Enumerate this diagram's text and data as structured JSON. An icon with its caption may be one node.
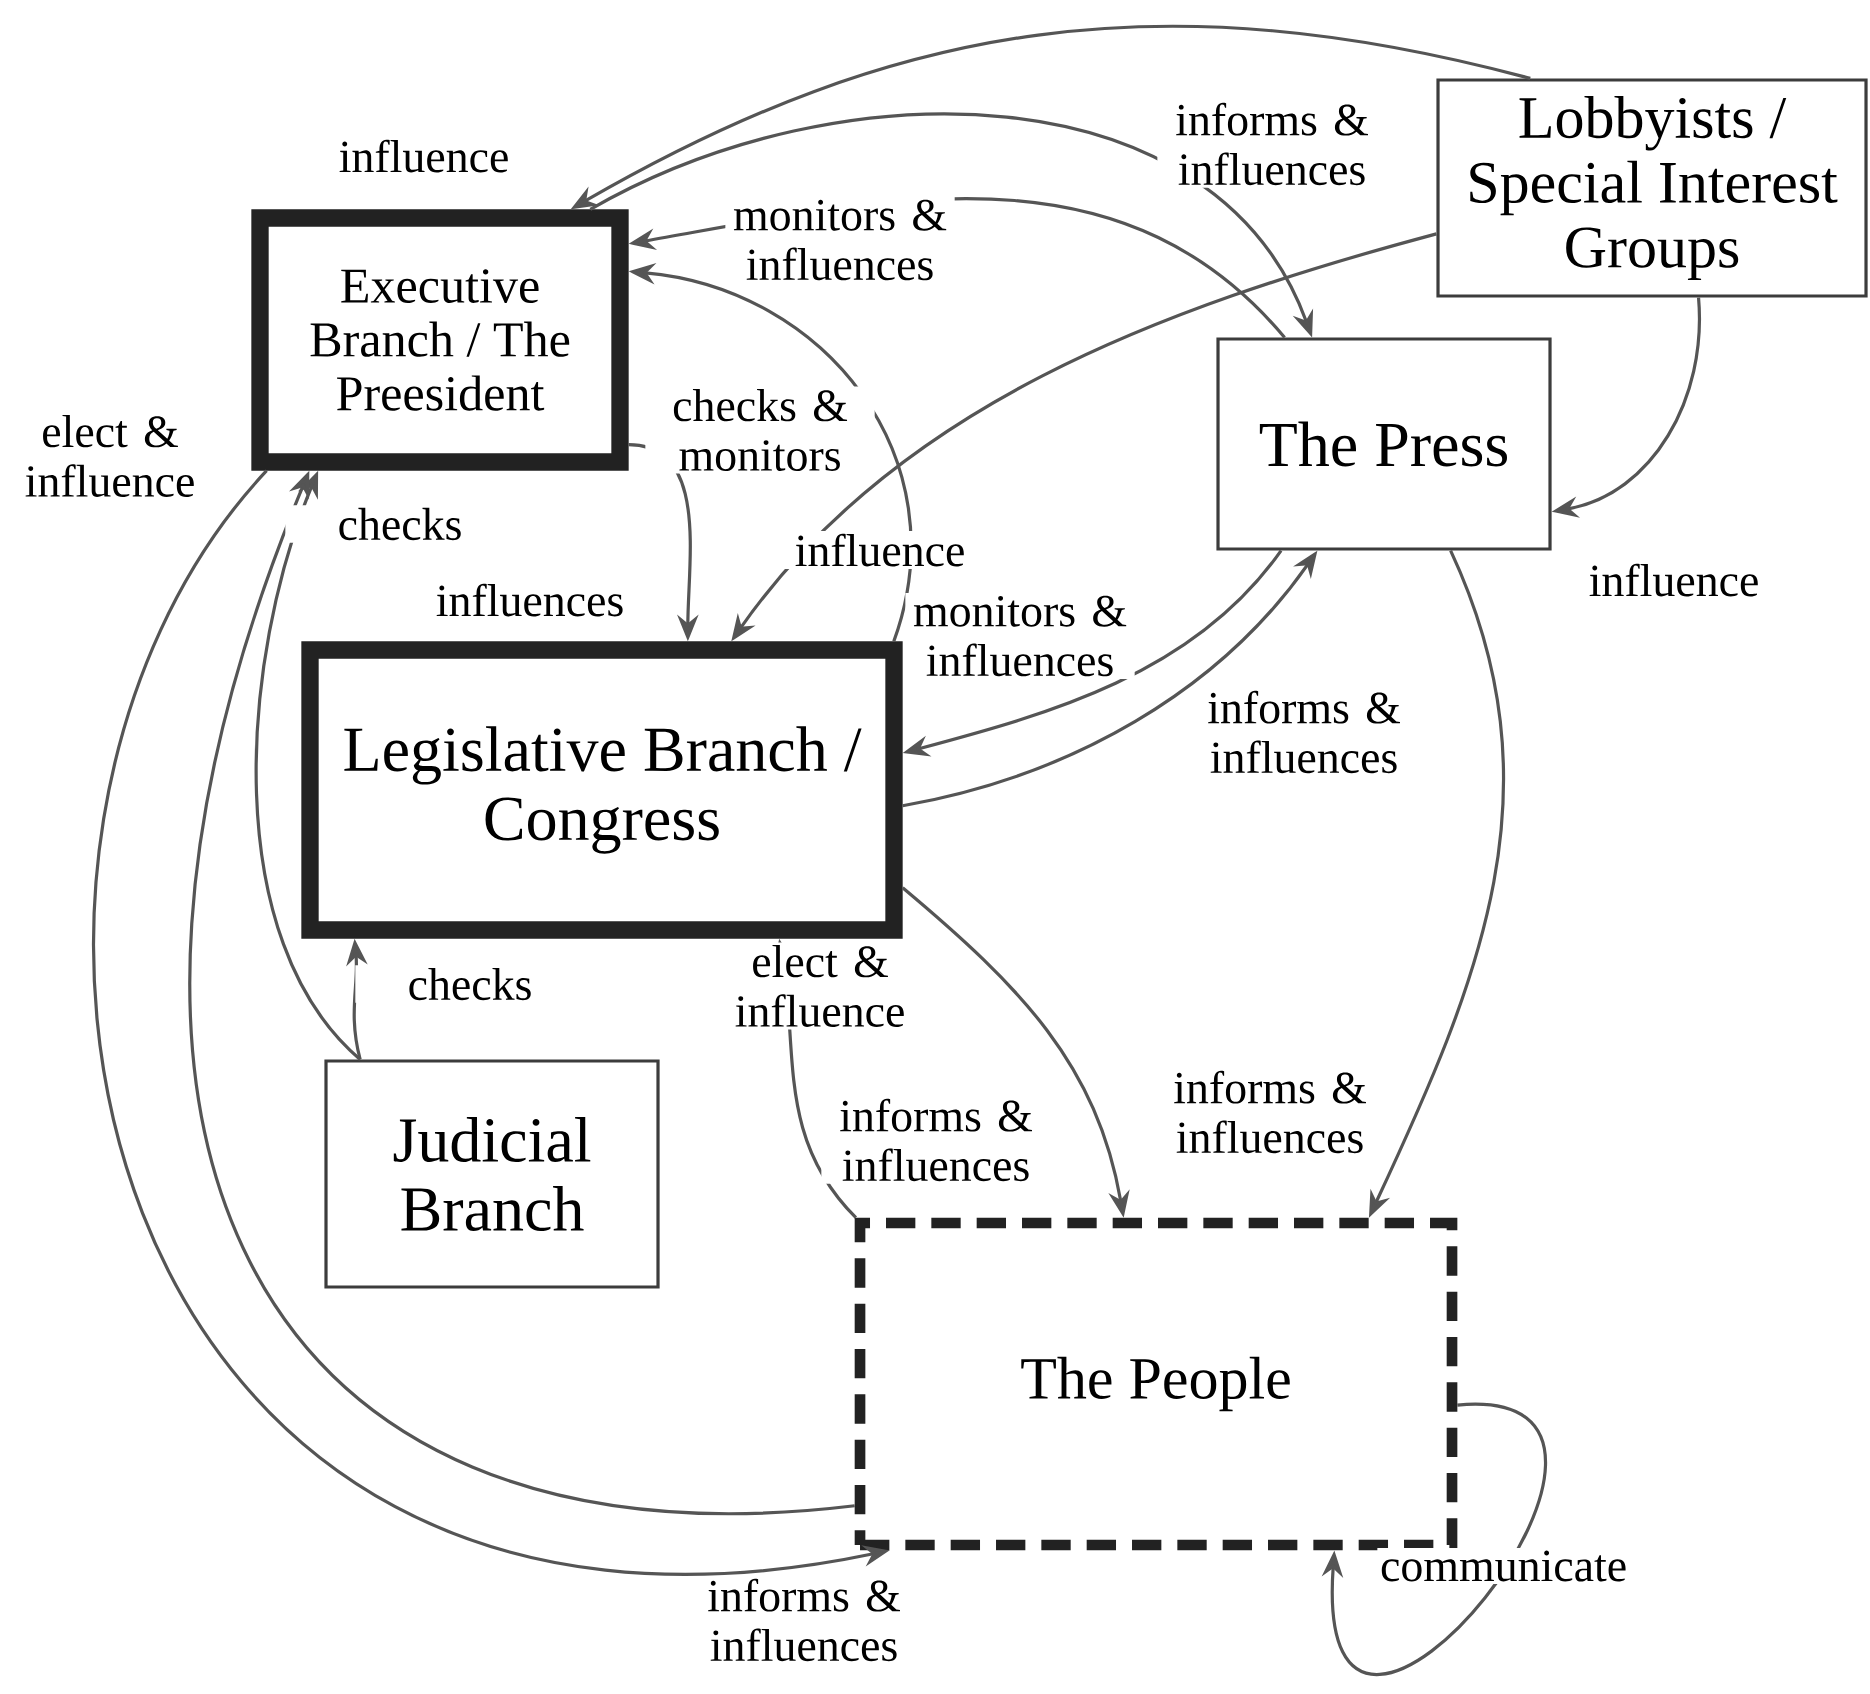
{
  "diagram": {
    "nodes": [
      {
        "text": [
          "Executive Branch / The Preesident"
        ]
      },
      {
        "text": [
          "Lobbyists / Special Interest Groups"
        ]
      },
      {
        "text": [
          "The Press"
        ]
      },
      {
        "text": [
          "Legislative Branch / Congress"
        ]
      },
      {
        "text": [
          "Judicial Branch"
        ]
      },
      {
        "text": [
          "The People"
        ]
      }
    ],
    "edges": [
      {
        "from": 1,
        "to": 0,
        "arrow": "to",
        "label": "influence"
      },
      {
        "from": 0,
        "to": 2,
        "arrow": "to",
        "label": "informs & influences"
      },
      {
        "from": 2,
        "to": 0,
        "arrow": "to",
        "label": "monitors & influences"
      },
      {
        "from": 0,
        "to": 3,
        "arrow": "to",
        "label": "influences"
      },
      {
        "from": 3,
        "to": 0,
        "arrow": "to",
        "label": "checks & monitors"
      },
      {
        "from": 1,
        "to": 3,
        "arrow": "to",
        "label": "influence"
      },
      {
        "from": 2,
        "to": 3,
        "arrow": "to",
        "label": "monitors & influences"
      },
      {
        "from": 3,
        "to": 2,
        "arrow": "to",
        "label": "informs & influences"
      },
      {
        "from": 1,
        "to": 2,
        "arrow": "to",
        "label": "influence"
      },
      {
        "from": 2,
        "to": 5,
        "arrow": "to",
        "label": "informs & influences"
      },
      {
        "from": 3,
        "to": 5,
        "arrow": "to",
        "label": "informs & influences"
      },
      {
        "from": 5,
        "to": 3,
        "arrow": "to",
        "label": "elect & influence"
      },
      {
        "from": 4,
        "to": 3,
        "arrow": "to",
        "label": "checks"
      },
      {
        "from": 4,
        "to": 0,
        "arrow": "to",
        "label": "checks"
      },
      {
        "from": 5,
        "to": 0,
        "arrow": "to",
        "label": "elect & influence"
      },
      {
        "from": 0,
        "to": 5,
        "arrow": "to",
        "label": "informs & influences"
      },
      {
        "from": 5,
        "to": 5,
        "arrow": "to",
        "label": "communicate"
      }
    ]
  }
}
